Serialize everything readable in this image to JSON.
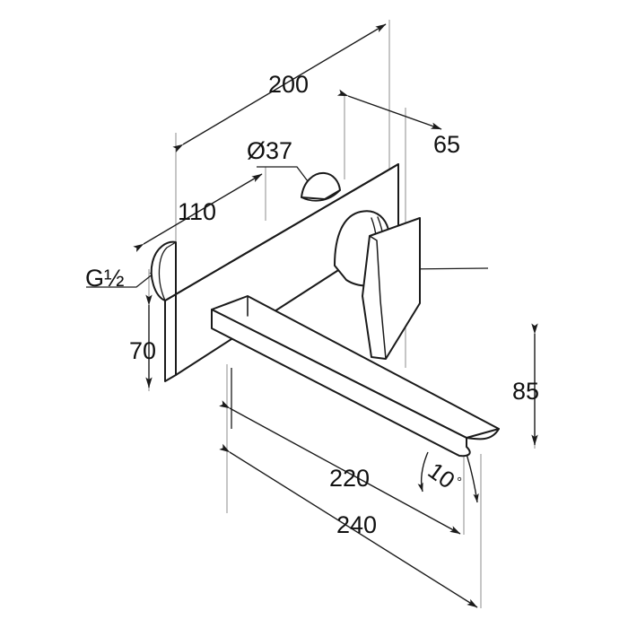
{
  "drawing": {
    "title": "Wall-mounted single-lever basin mixer technical dimension drawing",
    "units": "mm",
    "projection": "isometric",
    "line_color": "#1a1a1a",
    "thin_line_color": "#808080",
    "background": "#ffffff"
  },
  "dimensions": {
    "depth_200": "200",
    "projection_65": "65",
    "escutcheon_dia": "Ø37",
    "plate_width_110": "110",
    "inlet_thread": "G½",
    "plate_height_70": "70",
    "spout_height_85": "85",
    "spout_reach_220": "220",
    "overall_reach_240": "240",
    "outlet_angle": "10",
    "outlet_angle_symbol": "°"
  },
  "parts": {
    "wall_plate": "wall-plate",
    "spout": "spout",
    "lever_handle": "lever-handle",
    "valve_body": "valve-body",
    "inlet_connector": "inlet-connector",
    "escutcheon_cap": "escutcheon-cap"
  }
}
